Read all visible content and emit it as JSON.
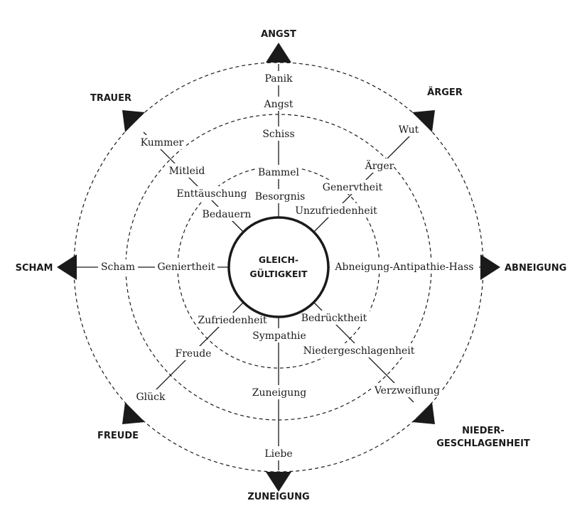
{
  "center": {
    "line1": "GLEICH-",
    "line2": "GÜLTIGKEIT"
  },
  "axes": {
    "top": {
      "cap": "ANGST",
      "terms": [
        "Panik",
        "Angst",
        "Schiss",
        "Bammel",
        "Besorgnis"
      ]
    },
    "topright": {
      "cap": "ÄRGER",
      "terms": [
        "Wut",
        "Ärger",
        "Genervtheit",
        "Unzufriedenheit"
      ]
    },
    "right": {
      "cap": "ABNEIGUNG",
      "terms": [
        "Abneigung-Antipathie-Hass"
      ]
    },
    "bottomright": {
      "cap1": "NIEDER-",
      "cap2": "GESCHLAGENHEIT",
      "terms": [
        "Bedrücktheit",
        "Niedergeschlagenheit",
        "Verzweiflung"
      ]
    },
    "bottom": {
      "cap": "ZUNEIGUNG",
      "terms": [
        "Sympathie",
        "Zuneigung",
        "Liebe"
      ]
    },
    "bottomleft": {
      "cap": "FREUDE",
      "terms": [
        "Zufriedenheit",
        "Freude",
        "Glück"
      ]
    },
    "left": {
      "cap": "SCHAM",
      "terms": [
        "Scham",
        "Geniertheit"
      ]
    },
    "topleft": {
      "cap": "TRAUER",
      "terms": [
        "Kummer",
        "Mitleid",
        "Enttäuschung",
        "Bedauern"
      ]
    }
  }
}
